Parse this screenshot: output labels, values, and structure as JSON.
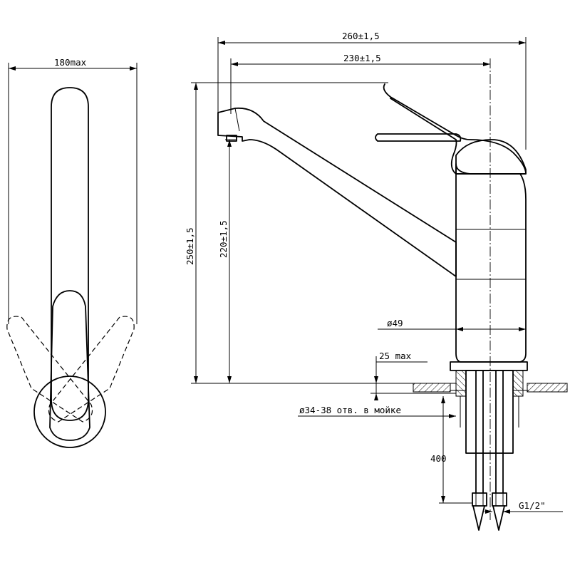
{
  "dimensions": {
    "top_width_max": "180max",
    "overall_length": "260±1,5",
    "spout_reach": "230±1,5",
    "overall_height": "250±1,5",
    "spout_height": "220±1,5",
    "body_diameter": "ø49",
    "counter_thickness": "25 max",
    "sink_hole": "ø34-38 отв. в мойке",
    "hose_length": "400",
    "thread": "G1/2\""
  }
}
